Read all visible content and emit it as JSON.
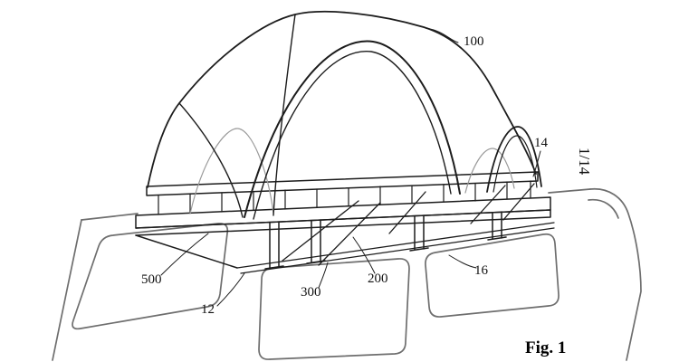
{
  "figure": {
    "caption": "Fig. 1",
    "sheet_number": "1/14",
    "labels": {
      "n100": "100",
      "n14": "14",
      "n16": "16",
      "n12": "12",
      "n200": "200",
      "n300": "300",
      "n500": "500"
    },
    "colors": {
      "tent_line": "#1c1c1c",
      "vehicle_line": "#6e6e6e",
      "inner_line": "#9a9a9a"
    }
  }
}
